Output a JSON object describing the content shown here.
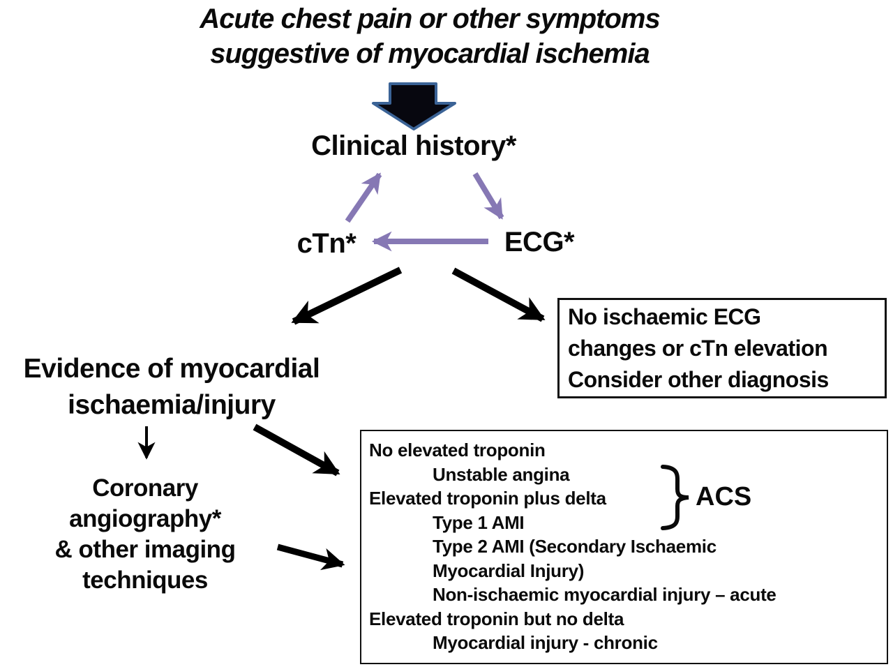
{
  "figure": {
    "title": "Acute chest pain or other symptoms\nsuggestive of myocardial ischemia",
    "nodes": {
      "clinical_history": "Clinical history*",
      "ctn": "cTn*",
      "ecg": "ECG*",
      "evidence": "Evidence of myocardial\nischaemia/injury",
      "coronary": "Coronary\nangiography*\n& other imaging\ntechniques"
    },
    "no_ecg_box": "No ischaemic ECG\nchanges or cTn elevation\nConsider other diagnosis",
    "outcome_box": {
      "lines": [
        {
          "text": "No elevated troponin",
          "indent": false
        },
        {
          "text": "Unstable angina",
          "indent": true
        },
        {
          "text": "Elevated troponin plus delta",
          "indent": false
        },
        {
          "text": "Type 1 AMI",
          "indent": true
        },
        {
          "text": "Type 2 AMI (Secondary Ischaemic",
          "indent": true
        },
        {
          "text": "Myocardial Injury)",
          "indent": true
        },
        {
          "text": "Non-ischaemic myocardial injury – acute",
          "indent": true
        },
        {
          "text": "Elevated troponin but no delta",
          "indent": false
        },
        {
          "text": "Myocardial injury - chronic",
          "indent": true
        }
      ],
      "acs_label": "ACS"
    },
    "colors": {
      "purple_arrow": "#8678b4",
      "black_arrow": "#000000",
      "block_arrow_fill": "#07070f",
      "block_arrow_border": "#3b6396",
      "text": "#0a0a0a",
      "background": "#ffffff"
    }
  }
}
